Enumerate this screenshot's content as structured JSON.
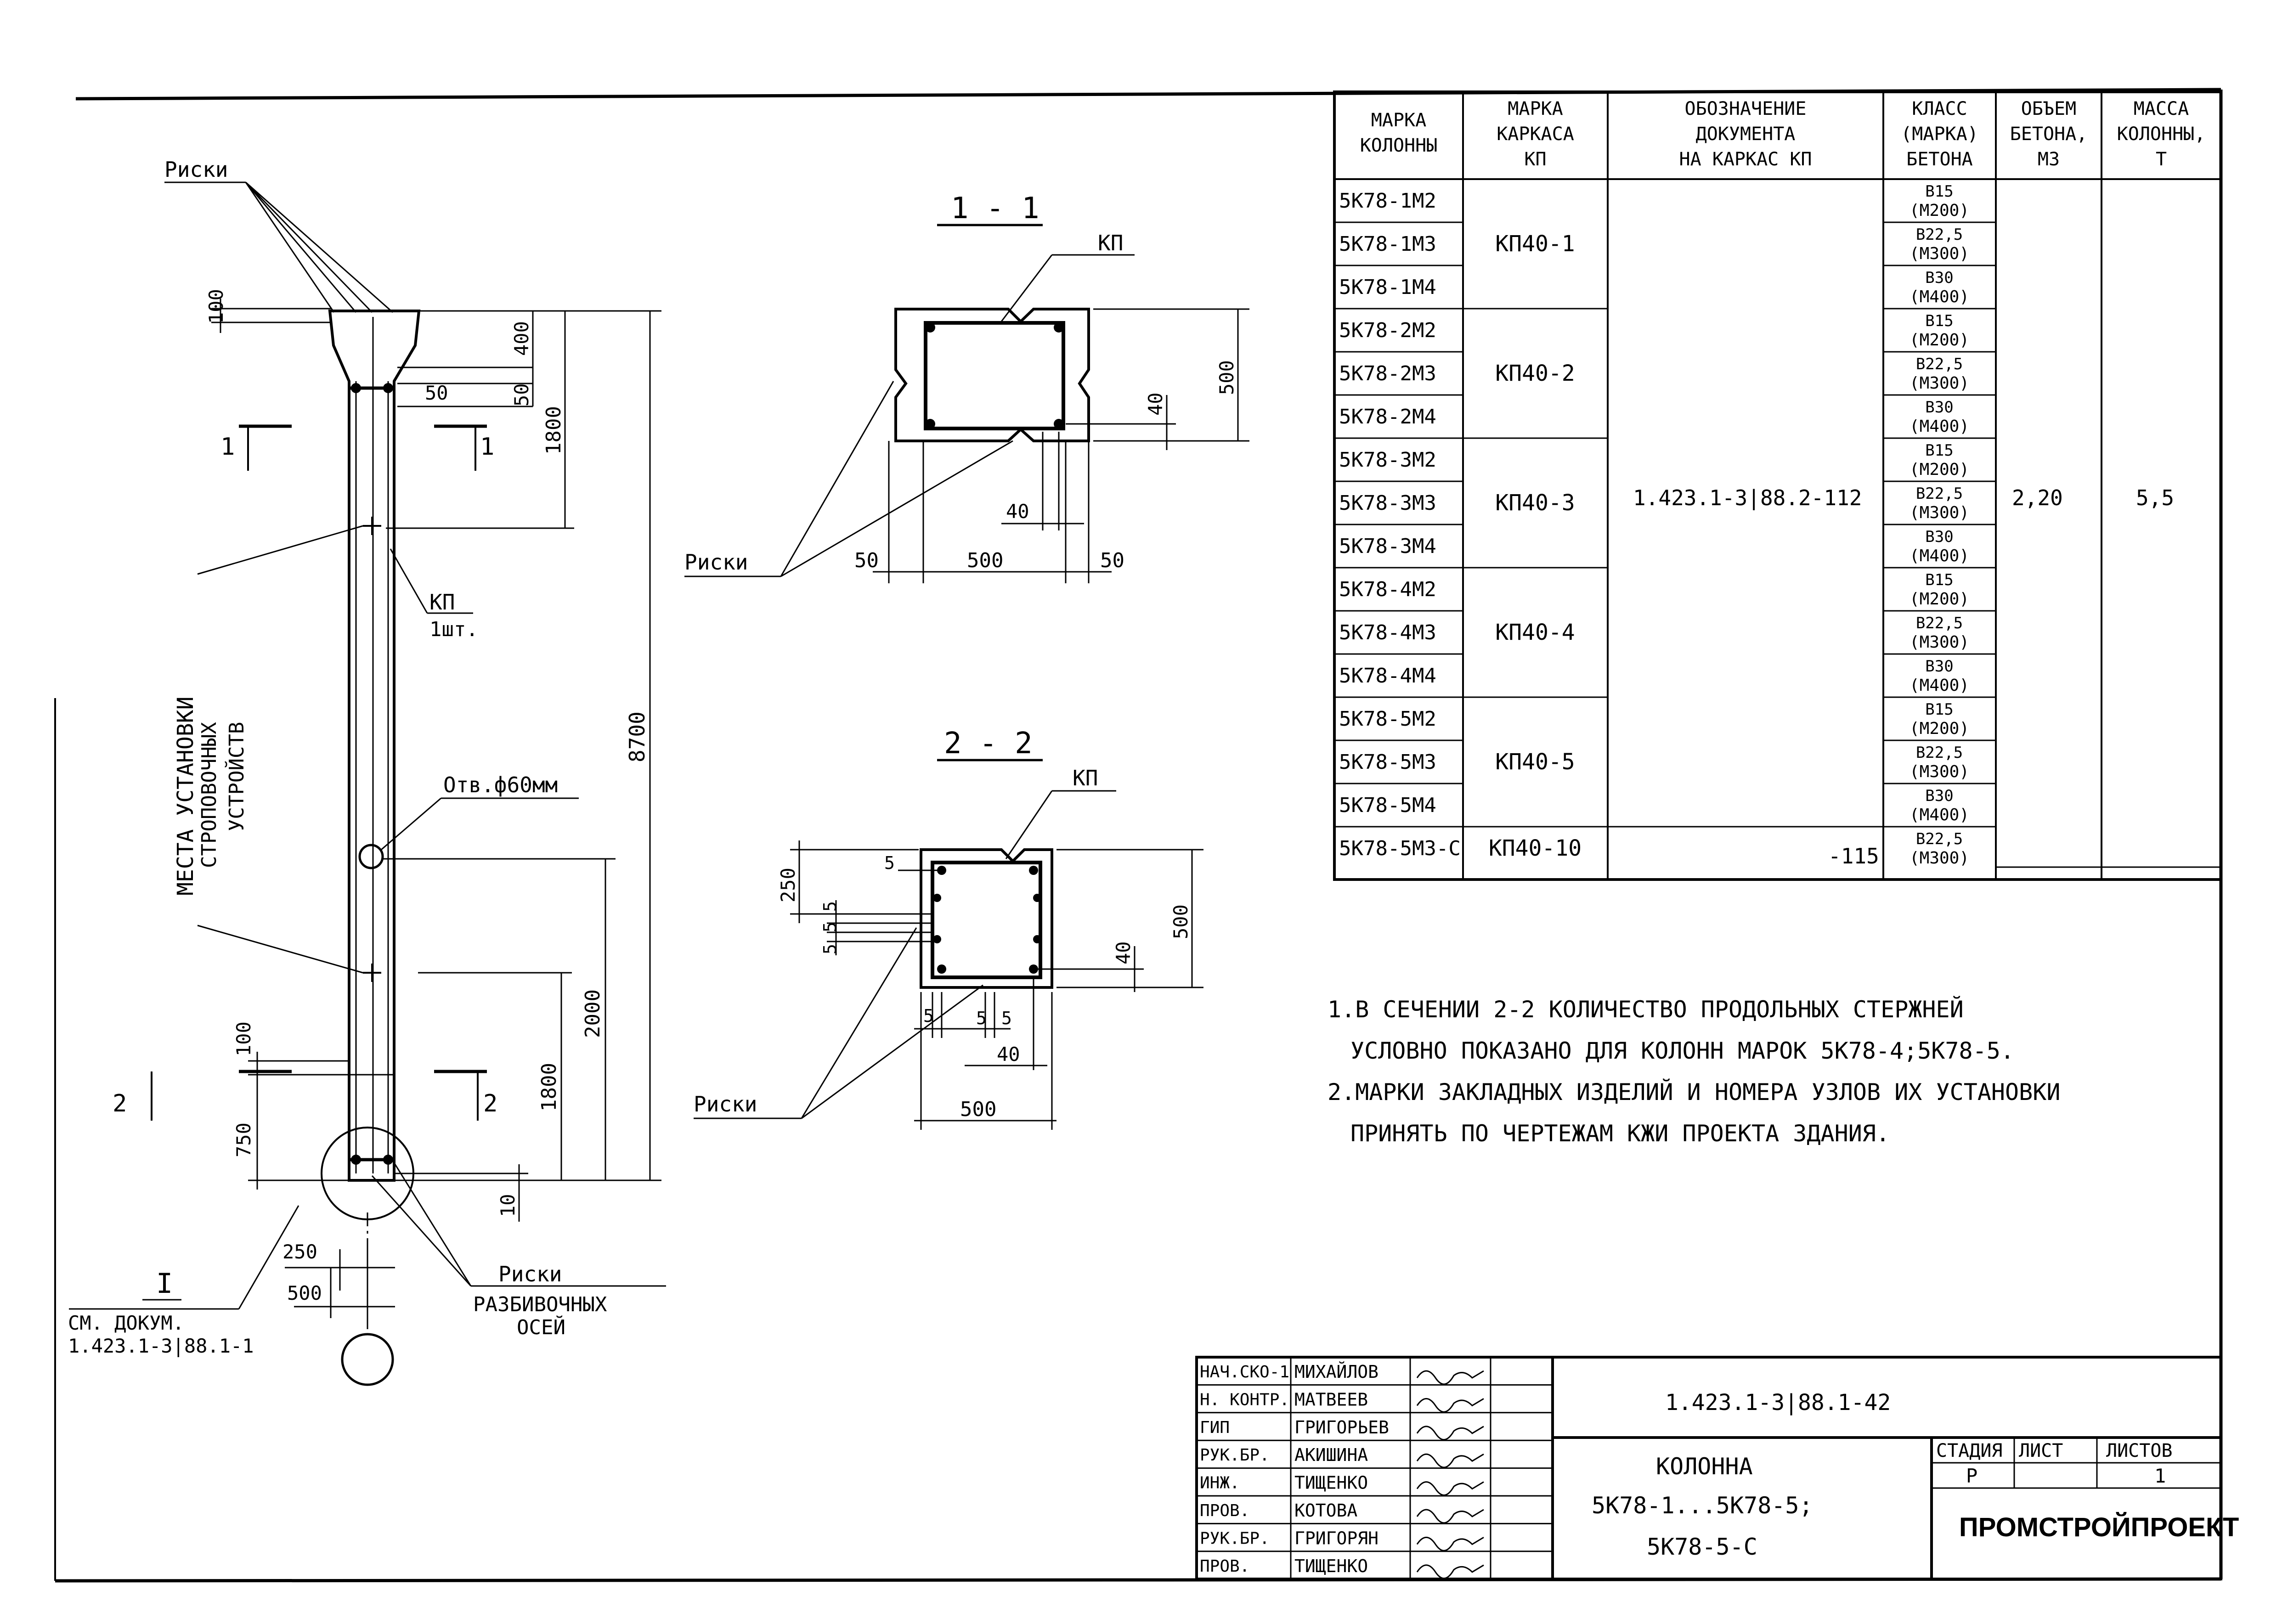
{
  "column": {
    "riski_top": "Риски",
    "dim_100_top": "100",
    "dim_400": "400",
    "dim_50_a": "50",
    "dim_50_b": "50",
    "dim_1800_top": "1800",
    "dim_8700": "8700",
    "kp_label": "КП",
    "kp_count": "1шт.",
    "sling_l1": "МЕСТА УСТАНОВКИ",
    "sling_l2": "СТРОПОВОЧНЫХ",
    "sling_l3": "УСТРОЙСТВ",
    "hole": "Отв.ф60мм",
    "dim_2000": "2000",
    "dim_1800_bot": "1800",
    "dim_100_bot": "100",
    "dim_750": "750",
    "dim_10": "10",
    "dim_250": "250",
    "dim_500": "500",
    "section1_mark": "1",
    "section2_mark": "2",
    "node_mark": "I",
    "node_ref_l1": "СМ. ДОКУМ.",
    "node_ref_l2": "1.423.1-3|88.1-1",
    "riski_bottom": "Риски",
    "razb_l1": "РАЗБИВОЧНЫХ",
    "razb_l2": "ОСЕЙ"
  },
  "section_1_1": {
    "title": "1 - 1",
    "kp": "КП",
    "dim_500_v": "500",
    "dim_40_v": "40",
    "dim_40_h": "40",
    "dim_50_l": "50",
    "dim_500_h": "500",
    "dim_50_r": "50",
    "riski": "Риски"
  },
  "section_2_2": {
    "title": "2 - 2",
    "kp": "КП",
    "dim_250": "250",
    "dim_5_a": "5",
    "dim_5_b": "5",
    "dim_5_c": "5",
    "dim_5_top": "5",
    "dim_500_v": "500",
    "dim_40_v": "40",
    "dim_5_bl": "5",
    "dim_5_bm": "5",
    "dim_5_br": "5",
    "dim_40_h": "40",
    "dim_500_h": "500",
    "riski": "Риски"
  },
  "spec_table": {
    "headers": [
      [
        "МАРКА",
        "КОЛОННЫ"
      ],
      [
        "МАРКА",
        "КАРКАСА",
        "КП"
      ],
      [
        "ОБОЗНАЧЕНИЕ",
        "ДОКУМЕНТА",
        "НА КАРКАС КП"
      ],
      [
        "КЛАСС",
        "(МАРКА)",
        "БЕТОНА"
      ],
      [
        "ОБЪЕМ",
        "БЕТОНА,",
        "М3"
      ],
      [
        "МАССА",
        "КОЛОННЫ,",
        "Т"
      ]
    ],
    "rows": [
      {
        "mark": "5К78-1М2",
        "cls": "В15",
        "grade": "(М200)"
      },
      {
        "mark": "5К78-1М3",
        "cls": "В22,5",
        "grade": "(М300)"
      },
      {
        "mark": "5К78-1М4",
        "cls": "В30",
        "grade": "(М400)"
      },
      {
        "mark": "5К78-2М2",
        "cls": "В15",
        "grade": "(М200)"
      },
      {
        "mark": "5К78-2М3",
        "cls": "В22,5",
        "grade": "(М300)"
      },
      {
        "mark": "5К78-2М4",
        "cls": "В30",
        "grade": "(М400)"
      },
      {
        "mark": "5К78-3М2",
        "cls": "В15",
        "grade": "(М200)"
      },
      {
        "mark": "5К78-3М3",
        "cls": "В22,5",
        "grade": "(М300)"
      },
      {
        "mark": "5К78-3М4",
        "cls": "В30",
        "grade": "(М400)"
      },
      {
        "mark": "5К78-4М2",
        "cls": "В15",
        "grade": "(М200)"
      },
      {
        "mark": "5К78-4М3",
        "cls": "В22,5",
        "grade": "(М300)"
      },
      {
        "mark": "5К78-4М4",
        "cls": "В30",
        "grade": "(М400)"
      },
      {
        "mark": "5К78-5М2",
        "cls": "В15",
        "grade": "(М200)"
      },
      {
        "mark": "5К78-5М3",
        "cls": "В22,5",
        "grade": "(М300)"
      },
      {
        "mark": "5К78-5М4",
        "cls": "В30",
        "grade": "(М400)"
      },
      {
        "mark": "5К78-5М3-С",
        "cls": "В22,5",
        "grade": "(М300)"
      }
    ],
    "frames": [
      "КП40-1",
      "КП40-2",
      "КП40-3",
      "КП40-4",
      "КП40-5",
      "КП40-10"
    ],
    "doc": "1.423.1-3|88.2-112",
    "doc_last": "-115",
    "volume": "2,20",
    "mass": "5,5"
  },
  "notes": [
    "1.В СЕЧЕНИИ 2-2 КОЛИЧЕСТВО ПРОДОЛЬНЫХ СТЕРЖНЕЙ",
    "УСЛОВНО ПОКАЗАНО ДЛЯ КОЛОНН МАРОК 5К78-4;5К78-5.",
    "2.МАРКИ ЗАКЛАДНЫХ ИЗДЕЛИЙ И НОМЕРА УЗЛОВ ИХ УСТАНОВКИ",
    "ПРИНЯТЬ ПО ЧЕРТЕЖАМ КЖИ ПРОЕКТА ЗДАНИЯ."
  ],
  "title_block": {
    "roles": [
      "НАЧ.СКО-1",
      "Н. КОНТР.",
      "ГИП",
      "РУК.БР.",
      "ИНЖ.",
      "ПРОВ.",
      "РУК.БР.",
      "ПРОВ."
    ],
    "names": [
      "МИХАЙЛОВ",
      "МАТВЕЕВ",
      "ГРИГОРЬЕВ",
      "АКИШИНА",
      "ТИЩЕНКО",
      "КОТОВА",
      "ГРИГОРЯН",
      "ТИЩЕНКО"
    ],
    "doc_code": "1.423.1-3|88.1-42",
    "title_l1": "КОЛОННА",
    "title_l2": "5К78-1...5К78-5;",
    "title_l3": "5К78-5-С",
    "stage_h": "СТАДИЯ",
    "sheet_h": "ЛИСТ",
    "sheets_h": "ЛИСТОВ",
    "stage": "Р",
    "sheets": "1",
    "org": "ПРОМСТРОЙПРОЕКТ"
  }
}
